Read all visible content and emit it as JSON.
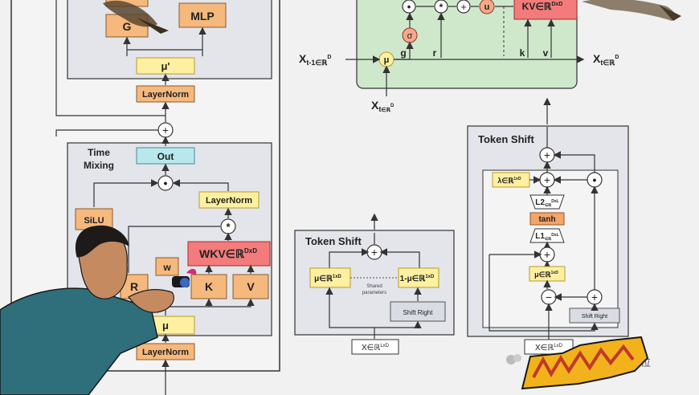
{
  "left_panel": {
    "top_block": {
      "g_label": "G",
      "mlp_label": "MLP",
      "mu_prime_label": "μ'",
      "layernorm_label": "LayerNorm"
    },
    "time_mixing": {
      "title_line1": "Time",
      "title_line2": "Mixing",
      "out_label": "Out",
      "layernorm_label": "LayerNorm",
      "silu_label": "SiLU",
      "wkv_label": "WKV∈ℝ",
      "wkv_sup": "DxD",
      "w_label": "w",
      "r_label": "R",
      "k_label": "K",
      "v_label": "V",
      "mu_label": "μ",
      "bottom_layernorm_label": "LayerNorm",
      "star_symbol": "*",
      "dot_symbol": "•",
      "plus_symbol": "+"
    }
  },
  "center_top": {
    "kv_label": "KV∈ℝ",
    "kv_sup": "DxD",
    "dot_symbol": "•",
    "star_symbol": "*",
    "plus_symbol": "+",
    "u_label": "u",
    "sigma_label": "σ",
    "mu_label": "μ",
    "g_label": "g",
    "r_label": "r",
    "k_label": "k",
    "v_label": "v",
    "x_prev_main": "X",
    "x_prev_sub": "t-1∈ℝ",
    "x_prev_sup": "D",
    "x_t_main": "X",
    "x_t_sub": "t",
    "x_t_in_sub": "∈ℝ",
    "x_t_sup": "D",
    "x_out_main": "X",
    "x_out_sub": "t∈ℝ",
    "x_out_sup": "D"
  },
  "token_shift_a": {
    "title": "Token Shift",
    "mu_label": "μ∈ℝ",
    "mu_sup": "1xD",
    "one_minus_mu_label": "1-μ∈ℝ",
    "one_minus_mu_sup": "1xD",
    "shared_line1": "Shared",
    "shared_line2": "parameters",
    "shift_right_label": "Shift Right",
    "x_label": "X∈ℝ",
    "x_sup": "LxD",
    "plus_symbol": "+"
  },
  "token_shift_b": {
    "title": "Token Shift",
    "lambda_label": "λ∈ℝ",
    "lambda_sup": "1xD",
    "l2_label": "L2",
    "l2_sub": "∈ℝ",
    "l2_sup": "DxL",
    "tanh_label": "tanh",
    "l1_label": "L1",
    "l1_sub": "∈ℝ",
    "l1_sup": "DxL",
    "mu_label": "μ∈ℝ",
    "mu_sup": "1xD",
    "shift_right_label": "Shift Right",
    "x_label": "X∈ℝ",
    "x_sup": "LxD",
    "minus_symbol": "−",
    "plus_symbol": "+",
    "dot_symbol": "•"
  },
  "watermark": {
    "text": "量子位"
  },
  "colors": {
    "orange": "#f5b87d",
    "yellow": "#fdf0a0",
    "yellow_stroke": "#b99a2b",
    "red": "#f37b7b",
    "teal": "#b9e8ec",
    "green_panel": "#cfe8cc",
    "gray_box": "#d9dce3",
    "panel_bg": "#e3e5ea",
    "line": "#333333"
  }
}
